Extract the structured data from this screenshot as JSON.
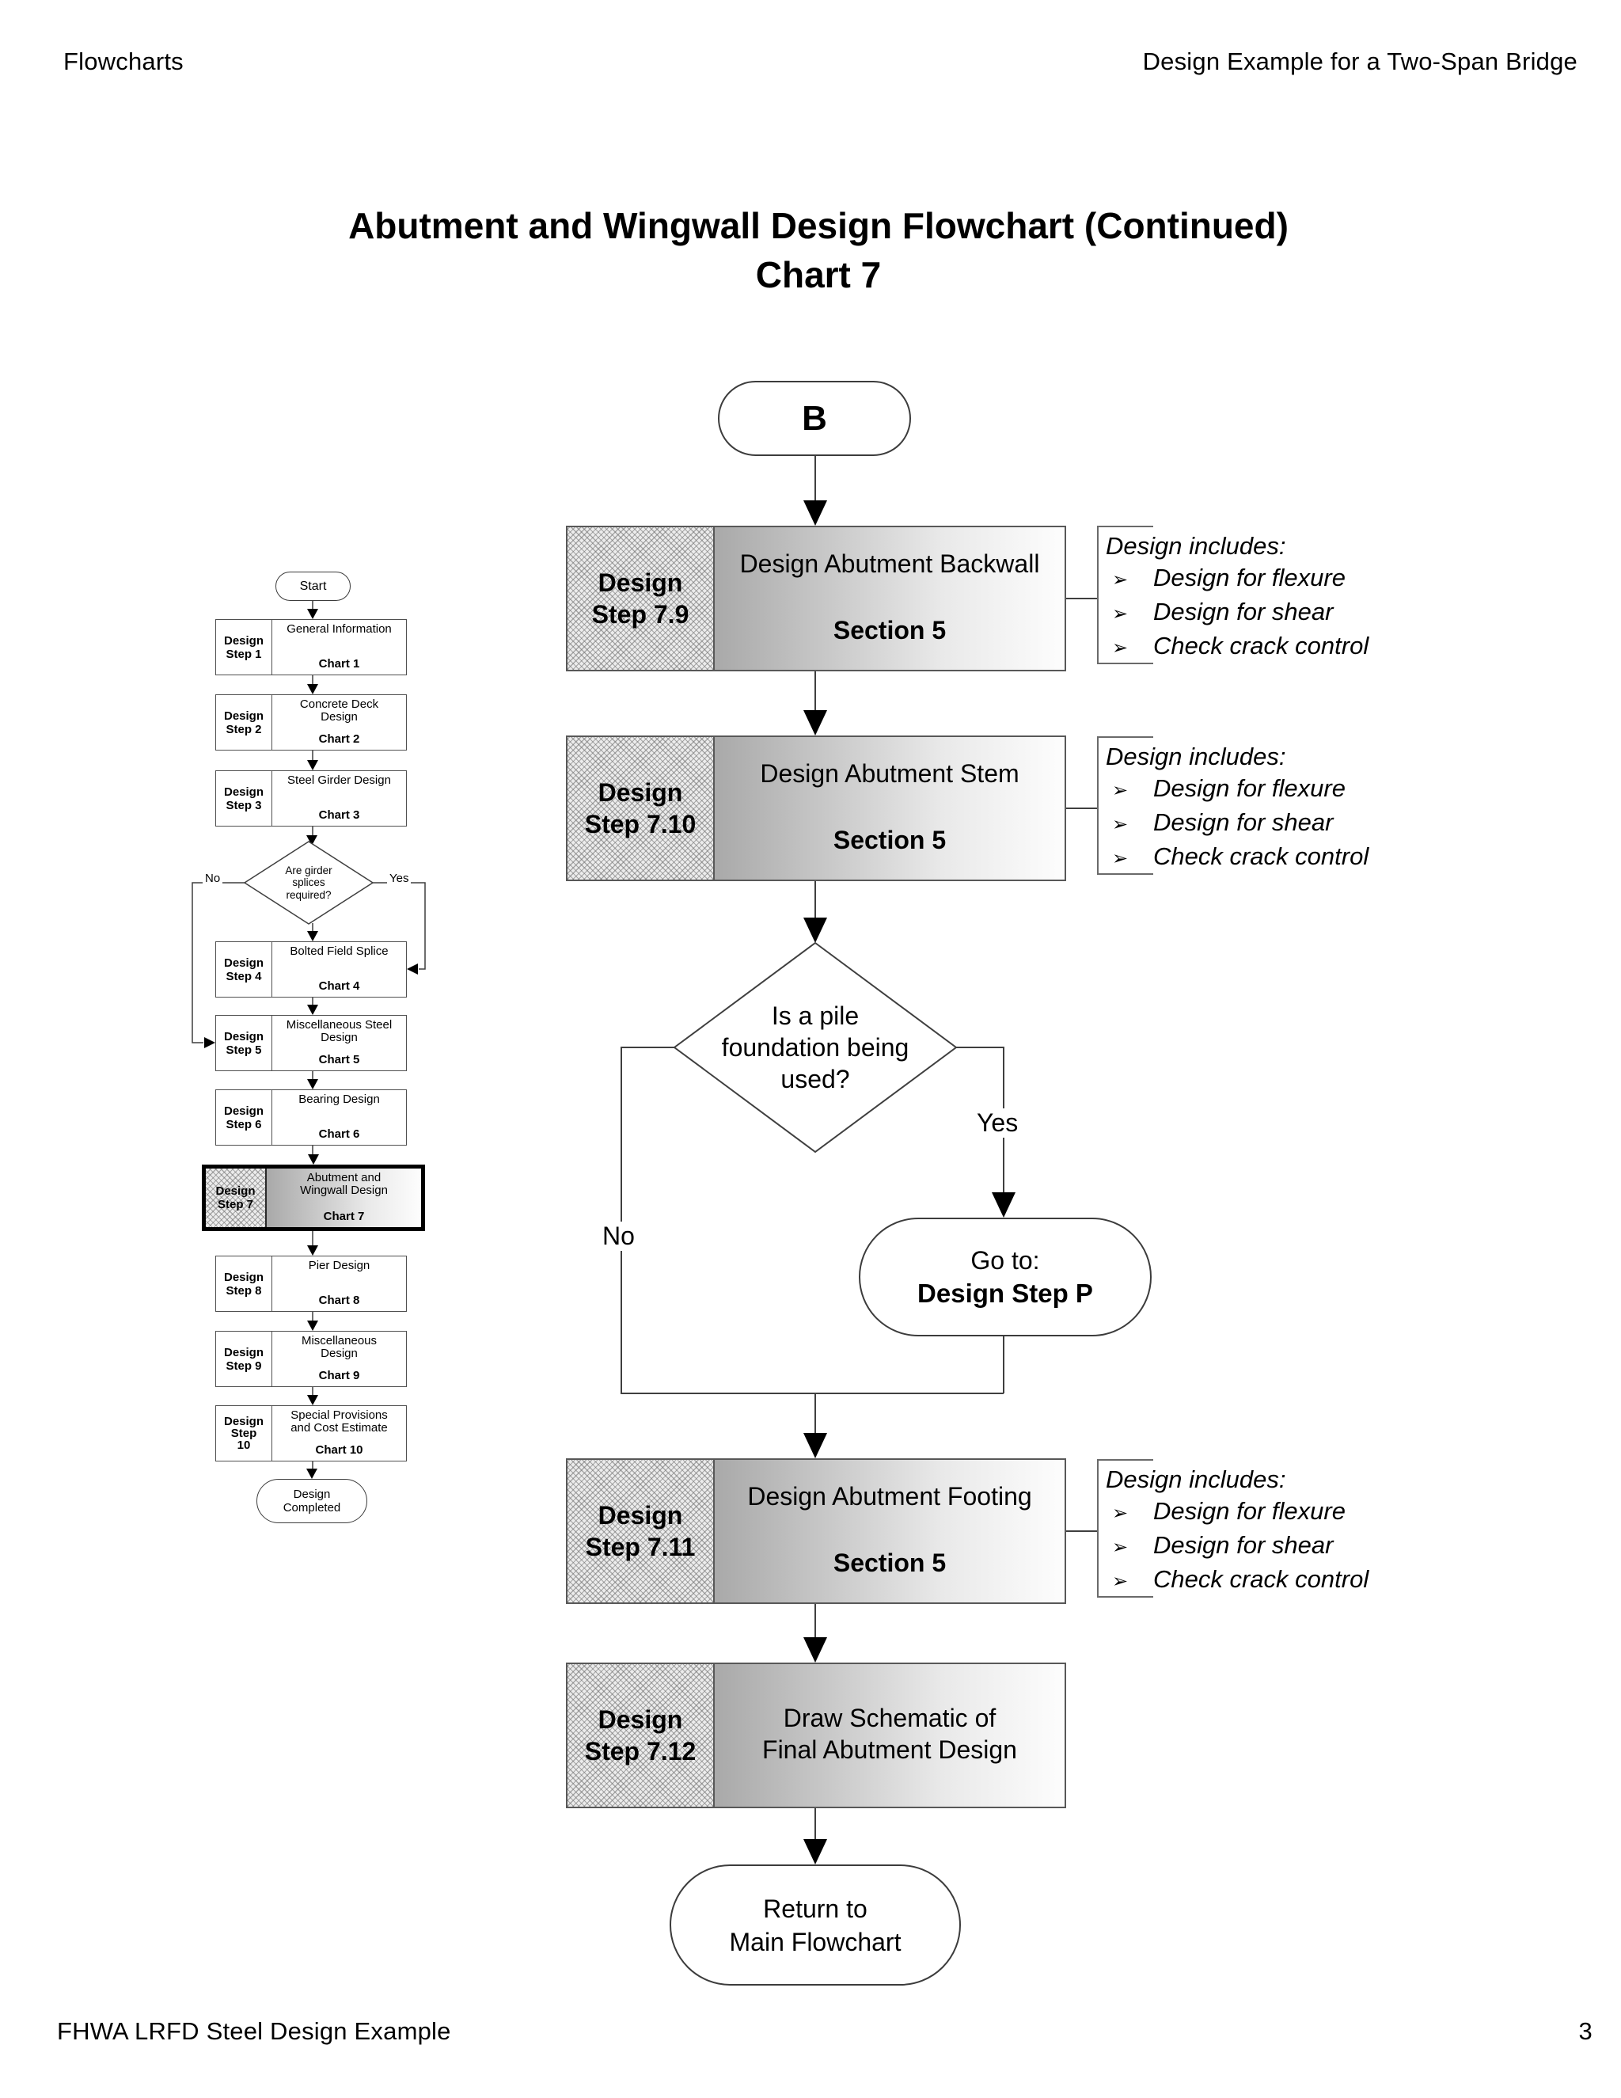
{
  "page": {
    "header_left": "Flowcharts",
    "header_right": "Design Example for a Two-Span Bridge",
    "title_line1": "Abutment and Wingwall Design Flowchart (Continued)",
    "title_line2": "Chart 7",
    "footer_left": "FHWA LRFD Steel Design Example",
    "page_number": "3"
  },
  "mini": {
    "start": "Start",
    "steps": [
      {
        "step": "Design\nStep 1",
        "title": "General Information",
        "chart": "Chart 1"
      },
      {
        "step": "Design\nStep 2",
        "title": "Concrete Deck\nDesign",
        "chart": "Chart 2"
      },
      {
        "step": "Design\nStep 3",
        "title": "Steel Girder Design",
        "chart": "Chart 3"
      },
      {
        "step": "Design\nStep 4",
        "title": "Bolted Field Splice",
        "chart": "Chart 4"
      },
      {
        "step": "Design\nStep 5",
        "title": "Miscellaneous Steel\nDesign",
        "chart": "Chart 5"
      },
      {
        "step": "Design\nStep 6",
        "title": "Bearing Design",
        "chart": "Chart 6"
      },
      {
        "step": "Design\nStep 7",
        "title": "Abutment and\nWingwall Design",
        "chart": "Chart 7"
      },
      {
        "step": "Design\nStep 8",
        "title": "Pier Design",
        "chart": "Chart 8"
      },
      {
        "step": "Design\nStep 9",
        "title": "Miscellaneous\nDesign",
        "chart": "Chart 9"
      },
      {
        "step": "Design\nStep\n10",
        "title": "Special Provisions\nand Cost Estimate",
        "chart": "Chart 10"
      }
    ],
    "decision": {
      "text": "Are girder\nsplices\nrequired?",
      "no": "No",
      "yes": "Yes"
    },
    "end": "Design\nCompleted"
  },
  "main": {
    "start": "B",
    "steps": [
      {
        "step": "Design\nStep 7.9",
        "title": "Design Abutment Backwall",
        "section": "Section 5"
      },
      {
        "step": "Design\nStep 7.10",
        "title": "Design Abutment Stem",
        "section": "Section 5"
      },
      {
        "step": "Design\nStep 7.11",
        "title": "Design Abutment Footing",
        "section": "Section 5"
      },
      {
        "step": "Design\nStep 7.12",
        "title": "Draw Schematic of\nFinal Abutment Design",
        "section": ""
      }
    ],
    "decision": {
      "text": "Is a pile\nfoundation being\nused?",
      "yes": "Yes",
      "no": "No"
    },
    "goto": {
      "line1": "Go to:",
      "line2": "Design Step P"
    },
    "end": "Return to\nMain Flowchart",
    "note": {
      "heading": "Design includes:",
      "bullet": "➢",
      "items": [
        "Design for flexure",
        "Design for shear",
        "Check crack control"
      ]
    }
  },
  "colors": {
    "line": "#3f3f3f",
    "box_border": "#585858",
    "highlight_border": "#000000",
    "gradient_left": "#a9a9a9",
    "hatch_bg": "#ececec"
  }
}
